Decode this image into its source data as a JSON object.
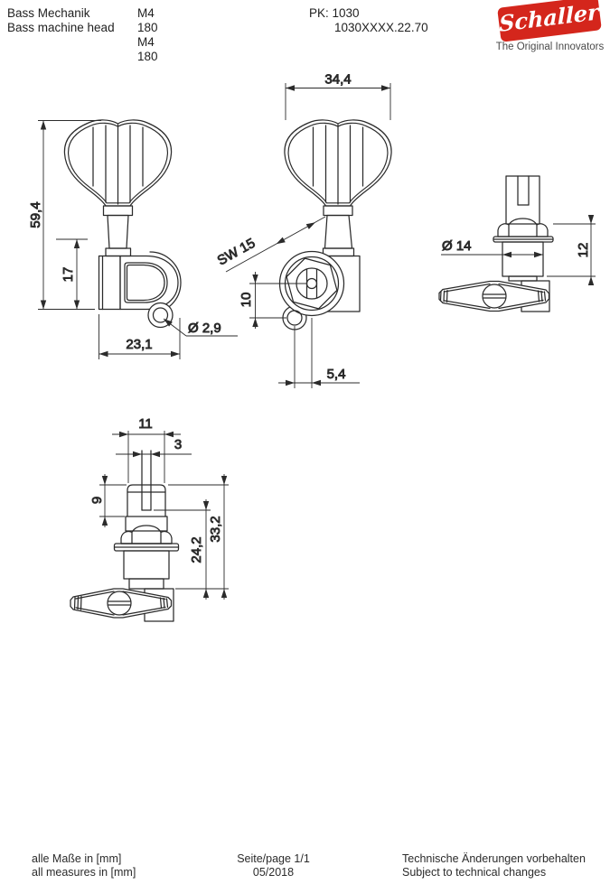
{
  "header": {
    "product_de": "Bass Mechanik",
    "product_en": "Bass machine head",
    "model_de": "M4 180",
    "model_en": "M4 180",
    "pk": "PK: 1030",
    "order_number": "1030XXXX.22.70",
    "logo": {
      "brand": "Schaller",
      "tagline": "The Original Innovators",
      "brand_color": "#d4261c"
    }
  },
  "dimensions": {
    "total_height": "59,4",
    "housing_height": "17",
    "housing_width": "23,1",
    "mount_hole_dia": "Ø 2,9",
    "key_width": "34,4",
    "wrench_size": "SW 15",
    "hole_offset_y": "10",
    "hole_offset_x": "5,4",
    "bushing_dia": "Ø 14",
    "bushing_length": "12",
    "post_width": "11",
    "slot_width": "3",
    "post_top_height": "9",
    "post_below_slot": "24,2",
    "post_total_height": "33,2"
  },
  "footer": {
    "units_de": "alle Maße in [mm]",
    "units_en": "all measures in [mm]",
    "page": "Seite/page 1/1",
    "date": "05/2018",
    "notice_de": "Technische Änderungen vorbehalten",
    "notice_en": "Subject to technical changes"
  }
}
